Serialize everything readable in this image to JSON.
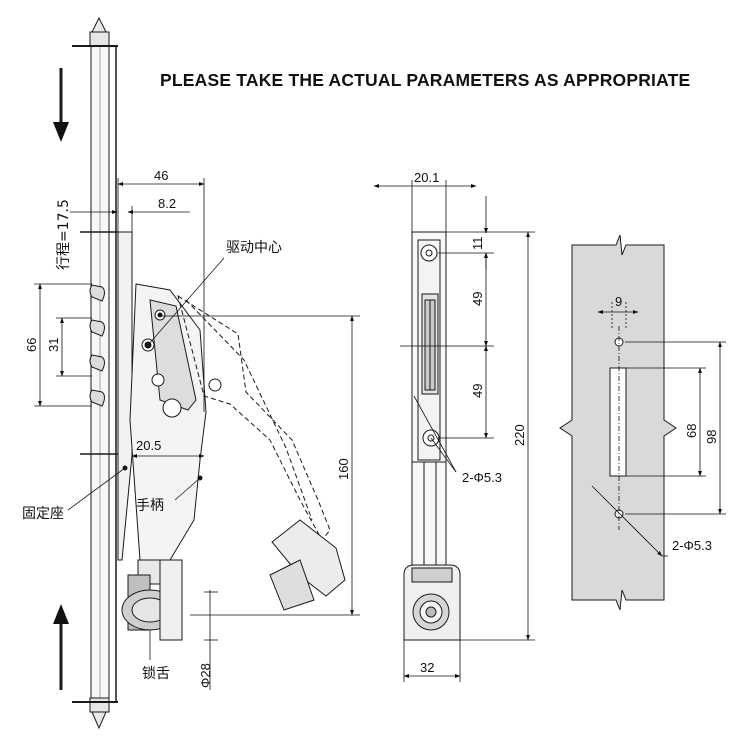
{
  "note": "PLEASE TAKE THE ACTUAL PARAMETERS AS APPROPRIATE",
  "labels": {
    "stroke": "行程=17.5",
    "drive_center": "驱动中心",
    "fixed_base": "固定座",
    "handle": "手柄",
    "lock_tongue": "锁舌",
    "holes_mid": "2-Φ5.3",
    "holes_right": "2-Φ5.3"
  },
  "dims": {
    "d46": "46",
    "d8_2": "8.2",
    "d66": "66",
    "d31": "31",
    "d20_5": "20.5",
    "d160": "160",
    "d28": "Φ28",
    "d20_1": "20.1",
    "d11": "11",
    "d49a": "49",
    "d49b": "49",
    "d220": "220",
    "d32": "32",
    "d9": "9",
    "d68": "68",
    "d98": "98"
  },
  "colors": {
    "line": "#1a1a1a",
    "panel": "#d9d9d9",
    "metal": "#bfbfbf"
  }
}
